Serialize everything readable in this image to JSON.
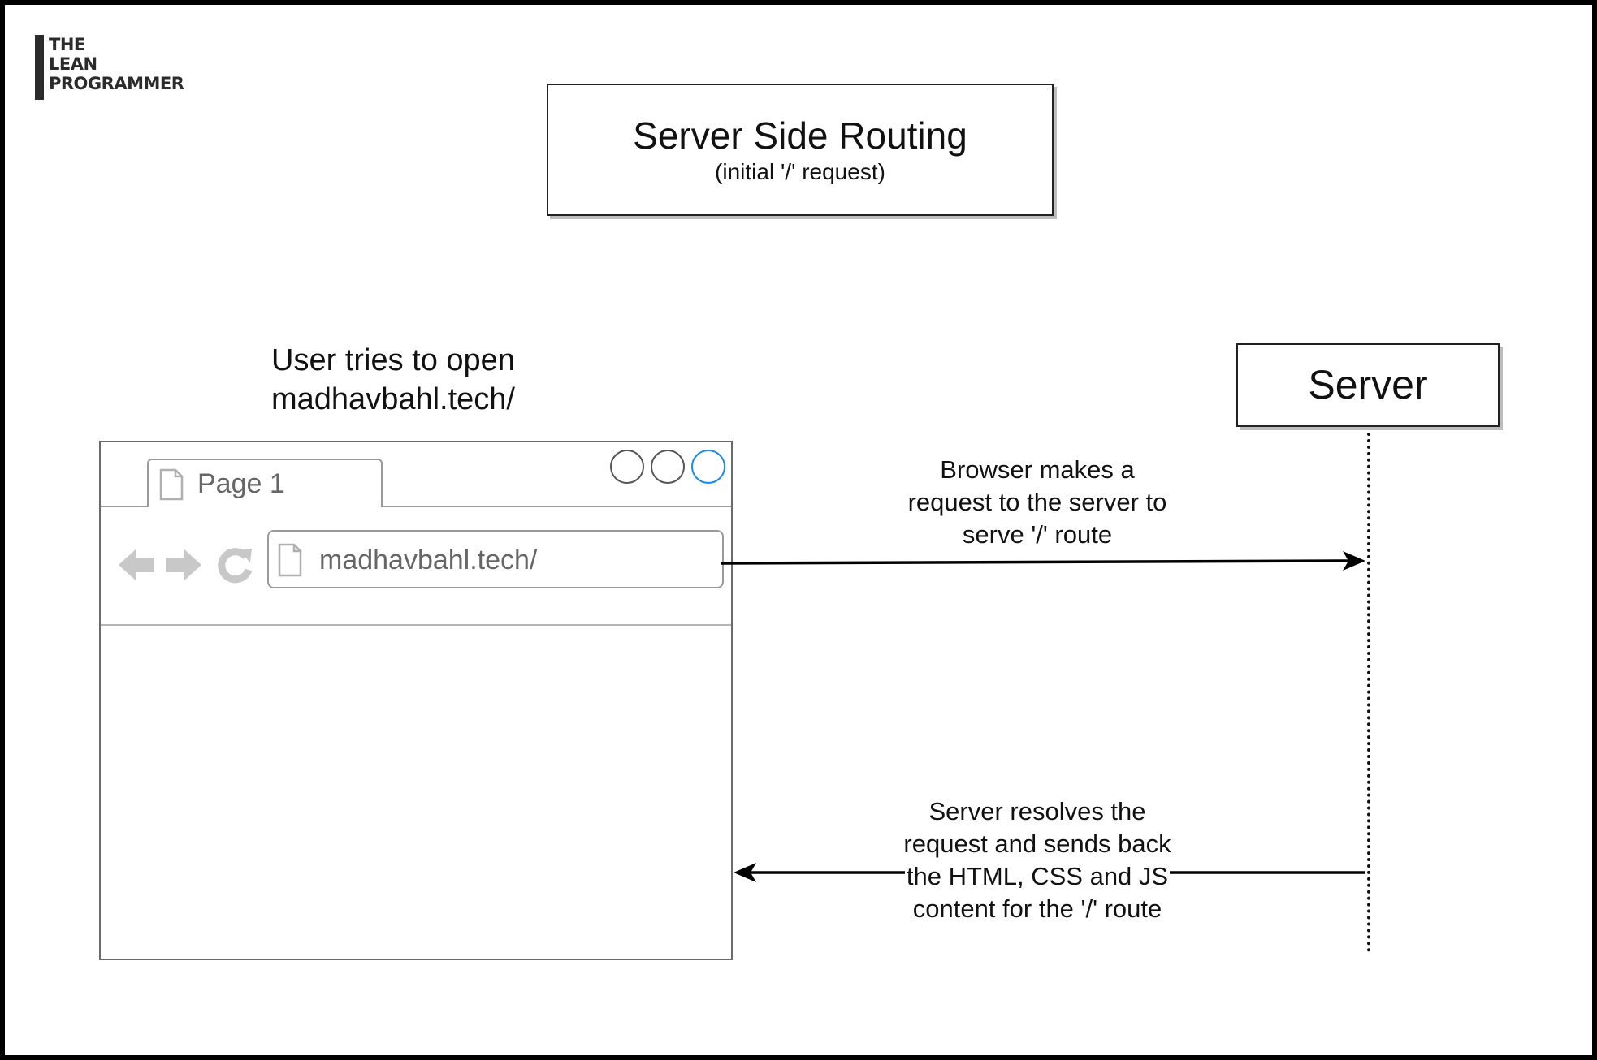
{
  "logo": {
    "lines": [
      "THE",
      "LEAN",
      "PROGRAMMER"
    ]
  },
  "title": {
    "main": "Server Side Routing",
    "sub": "(initial '/' request)"
  },
  "user_caption": {
    "line1": "User tries to open",
    "line2": "madhavbahl.tech/"
  },
  "browser": {
    "tab_label": "Page 1",
    "address": "madhavbahl.tech/",
    "icons": {
      "tab": "page-icon",
      "back": "arrow-left-icon",
      "forward": "arrow-right-icon",
      "reload": "reload-icon",
      "address": "page-icon",
      "window_controls": [
        "circle-icon",
        "circle-icon",
        "circle-icon"
      ]
    },
    "colors": {
      "chrome": "#9a9a9a",
      "active_control": "#1e88e5",
      "nav_icons": "#c8c8c8"
    }
  },
  "server": {
    "label": "Server"
  },
  "messages": {
    "request": [
      "Browser makes a",
      "request to the server to",
      "serve '/' route"
    ],
    "response": [
      "Server resolves the",
      "request and sends back",
      "the HTML, CSS and JS",
      "content for the '/' route"
    ]
  }
}
